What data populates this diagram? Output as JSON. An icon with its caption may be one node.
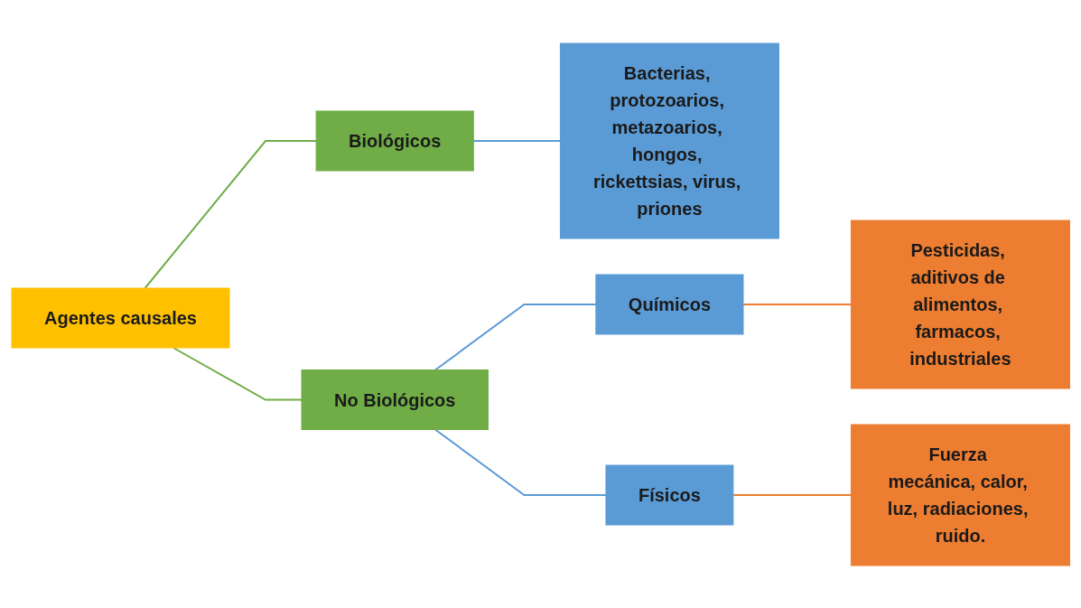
{
  "diagram": {
    "nodes": [
      {
        "text": [
          "Agentes causales"
        ]
      },
      {
        "text": [
          "Biológicos"
        ]
      },
      {
        "text": [
          "Bacterias, protozoarios, metazoarios, hongos, rickettsias, virus, priones"
        ]
      },
      {
        "text": [
          "No Biológicos"
        ]
      },
      {
        "text": [
          "Químicos"
        ]
      },
      {
        "text": [
          "Pesticidas, aditivos de alimentos, farmacos, industriales"
        ]
      },
      {
        "text": [
          "Físicos"
        ]
      },
      {
        "text": [
          "Fuerza mecánica, calor, luz, radiaciones, ruido."
        ]
      }
    ],
    "edges": [
      {
        "from": 0,
        "to": 1,
        "arrow": "none",
        "color": "#70ad47"
      },
      {
        "from": 0,
        "to": 3,
        "arrow": "none",
        "color": "#70ad47"
      },
      {
        "from": 1,
        "to": 2,
        "arrow": "none"
      },
      {
        "from": 3,
        "to": 4,
        "arrow": "none"
      },
      {
        "from": 3,
        "to": 6,
        "arrow": "none"
      },
      {
        "from": 4,
        "to": 5,
        "arrow": "none",
        "color": "#ed7d31"
      },
      {
        "from": 6,
        "to": 7,
        "arrow": "none",
        "color": "#ed7d31"
      }
    ]
  }
}
